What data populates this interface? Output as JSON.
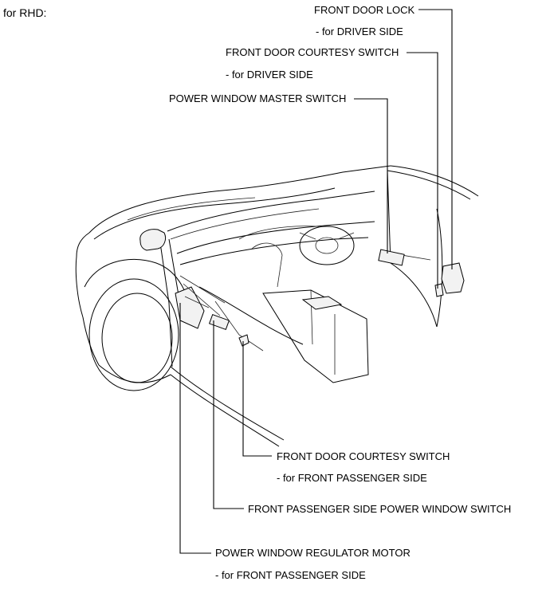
{
  "heading": "for RHD:",
  "callouts": {
    "front_door_lock": {
      "title": "FRONT DOOR LOCK",
      "sub": "- for DRIVER SIDE"
    },
    "front_door_courtesy_switch_driver": {
      "title": "FRONT DOOR COURTESY SWITCH",
      "sub": "- for DRIVER SIDE"
    },
    "power_window_master_switch": {
      "title": "POWER WINDOW MASTER SWITCH"
    },
    "front_door_courtesy_switch_passenger": {
      "title": "FRONT DOOR COURTESY SWITCH",
      "sub": "- for FRONT PASSENGER SIDE"
    },
    "front_passenger_side_power_window_switch": {
      "title": "FRONT PASSENGER SIDE POWER WINDOW SWITCH"
    },
    "power_window_regulator_motor": {
      "title": "POWER WINDOW REGULATOR MOTOR",
      "sub": "- for FRONT PASSENGER SIDE"
    }
  }
}
